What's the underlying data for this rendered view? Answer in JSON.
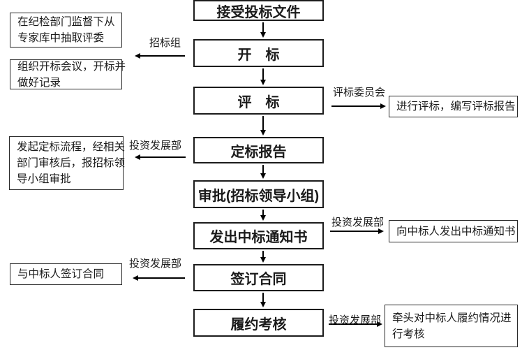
{
  "diagram_type": "flowchart",
  "colors": {
    "background": "#ffffff",
    "box_border": "#1c1c1c",
    "arrow": "#000000",
    "text": "#1a1a1a"
  },
  "steps": [
    "接受投标文件",
    "开　标",
    "评　标",
    "定标报告",
    "审批(招标领导小组)",
    "发出中标通知书",
    "签订合同",
    "履约考核"
  ],
  "left_notes": [
    {
      "lines": [
        "在纪检部门监督下从",
        "专家库中抽取评委"
      ]
    },
    {
      "lines": [
        "组织开标会议，开标并",
        "做好记录"
      ]
    },
    {
      "lines": [
        "发起定标流程，经相关",
        "部门审核后，报招标领",
        "导小组审批"
      ]
    },
    {
      "lines": [
        "与中标人签订合同"
      ]
    }
  ],
  "right_notes": [
    {
      "lines": [
        "进行评标，编写评标报告"
      ]
    },
    {
      "lines": [
        "向中标人发出中标通知书"
      ]
    },
    {
      "lines": [
        "牵头对中标人履约情况进",
        "行考核"
      ]
    }
  ],
  "connector_labels": {
    "open_bid_left": "招标组",
    "eval_right": "评标委员会",
    "award_report_left": "投资发展部",
    "notice_right": "投资发展部",
    "contract_left": "投资发展部",
    "assessment_right": "投资发展部"
  }
}
